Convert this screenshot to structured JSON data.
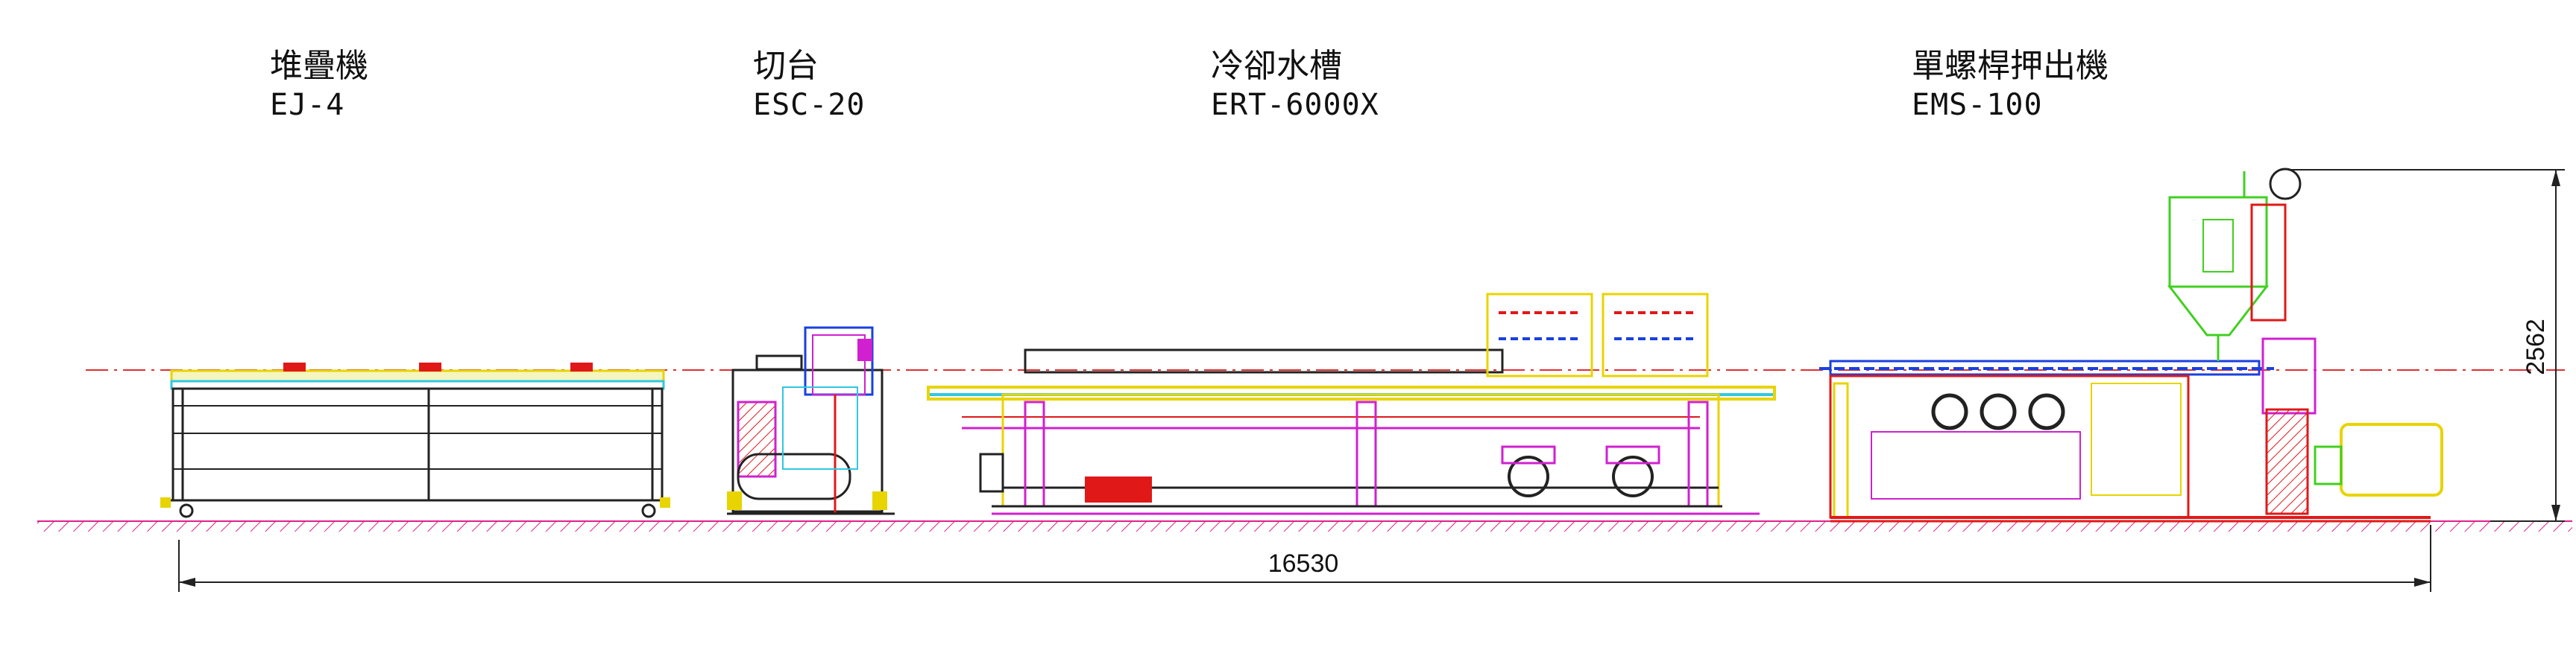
{
  "machines": [
    {
      "name": "堆疊機",
      "model": "EJ-4"
    },
    {
      "name": "切台",
      "model": "ESC-20"
    },
    {
      "name": "冷卻水槽",
      "model": "ERT-6000X"
    },
    {
      "name": "單螺桿押出機",
      "model": "EMS-100"
    }
  ],
  "dimensions": {
    "total_length": "16530",
    "total_height": "2562"
  },
  "colors": {
    "ground_hatch": "#e0208a",
    "centerline": "#e03030",
    "frame": "#222222",
    "accent_yellow": "#e8d400",
    "accent_cyan": "#30c8e0",
    "accent_magenta": "#d020d0",
    "accent_red": "#e01818",
    "accent_blue": "#1840e0",
    "accent_green": "#40d020"
  }
}
